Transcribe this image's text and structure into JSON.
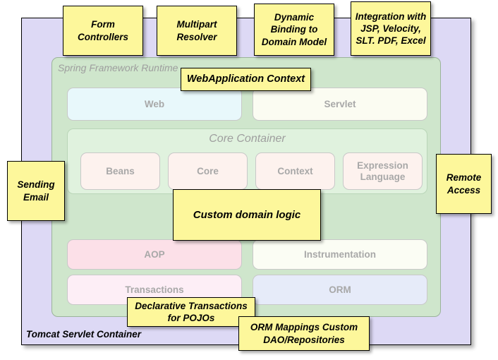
{
  "diagram": {
    "title": "Spring Framework Runtime architecture with annotation notes",
    "outer_container": {
      "label": "Tomcat Servlet Container",
      "color": "#ddd9f5"
    },
    "runtime_container": {
      "label": "Spring Framework Runtime",
      "color": "#cfe6cc"
    },
    "core_container": {
      "label": "Core Container",
      "color": "#e0f2de"
    },
    "modules": {
      "web": "Web",
      "servlet": "Servlet",
      "beans": "Beans",
      "core": "Core",
      "context": "Context",
      "expression_language": "Expression Language",
      "aop": "AOP",
      "instrumentation": "Instrumentation",
      "transactions": "Transactions",
      "orm": "ORM"
    },
    "module_colors": {
      "web": "#e8f8fb",
      "servlet": "#fbfcf2",
      "beans": "#fdf2ee",
      "core": "#fdf2ee",
      "context": "#fdf2ee",
      "expression_language": "#fdf2ee",
      "aop": "#fce0e8",
      "instrumentation": "#fbfdf4",
      "transactions": "#fdeef6",
      "orm": "#e6ebf9"
    },
    "notes": {
      "form_controllers": "Form Controllers",
      "multipart_resolver": "Multipart Resolver",
      "dynamic_binding": "Dynamic Binding to Domain Model",
      "integration": "Integration with JSP, Velocity, SLT. PDF, Excel",
      "webapplication_context": "WebApplication Context",
      "sending_email": "Sending Email",
      "remote_access": "Remote Access",
      "custom_domain_logic": "Custom domain logic",
      "declarative_transactions": "Declarative Transactions for POJOs",
      "orm_mappings": "ORM Mappings Custom DAO/Repositories"
    },
    "note_color": "#fdf79b"
  }
}
